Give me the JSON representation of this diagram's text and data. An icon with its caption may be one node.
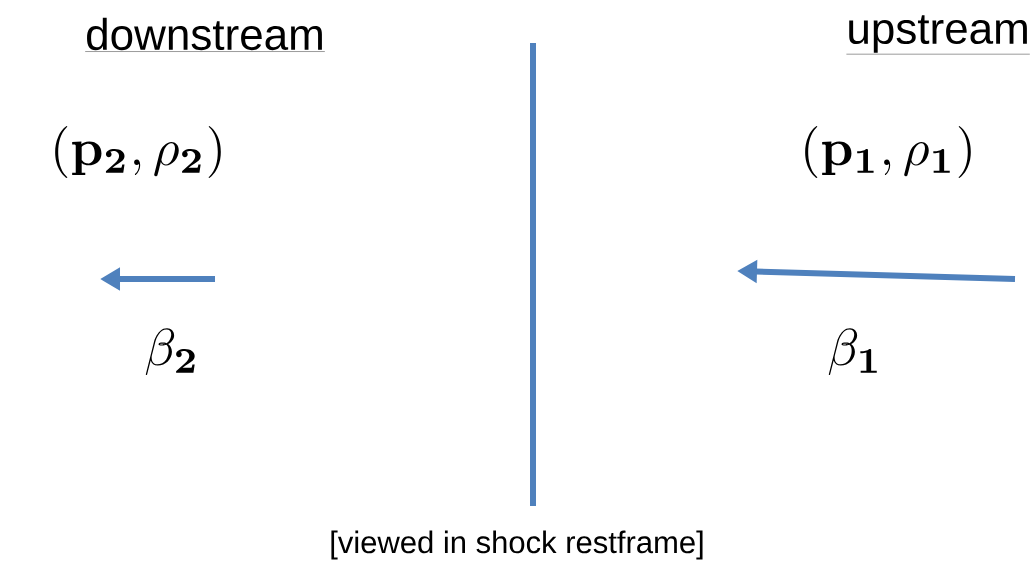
{
  "diagram": {
    "caption": "[viewed in shock restframe]",
    "labels": [
      "downstream",
      "upstream",
      "(\\mathbf{p_2}, \\rho_{\\mathbf{2}})",
      "(\\mathbf{p_1}, \\rho_{\\mathbf{1}})",
      "\\beta_{\\mathbf{2}}",
      "\\beta_{\\mathbf{1}}"
    ]
  }
}
